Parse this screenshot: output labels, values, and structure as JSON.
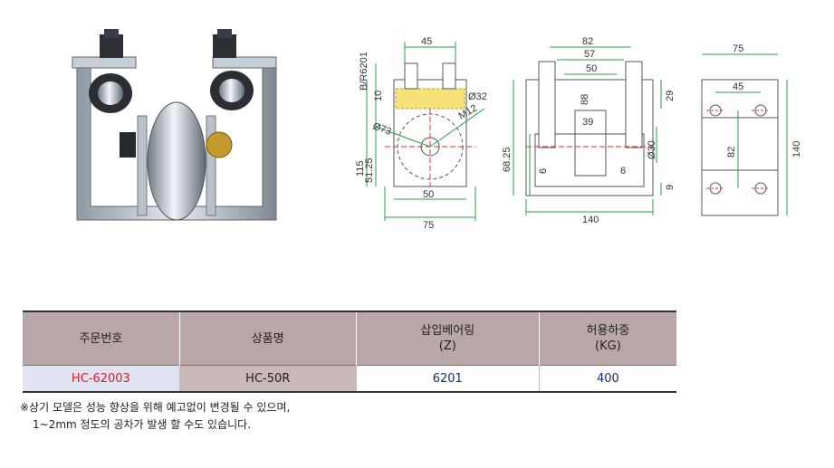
{
  "photo": {
    "alt_icon": "roller-bracket-photo"
  },
  "drawing": {
    "side_view": {
      "dims": [
        "45",
        "B/R6201",
        "10",
        "Ø32",
        "M12",
        "Ø73",
        "115",
        "51.25",
        "50",
        "75"
      ]
    },
    "front_view": {
      "dims": [
        "82",
        "57",
        "50",
        "88",
        "39",
        "68.25",
        "6",
        "6",
        "Ø30",
        "29",
        "9",
        "140"
      ]
    },
    "top_view": {
      "dims": [
        "75",
        "45",
        "82",
        "140"
      ]
    }
  },
  "table": {
    "headers": [
      "주문번호",
      "상품명",
      "삽입베어링\n(Z)",
      "허용하중\n(KG)"
    ],
    "header_lines": [
      [
        "주문번호"
      ],
      [
        "상품명"
      ],
      [
        "삽입베어링",
        "(Z)"
      ],
      [
        "허용하중",
        "(KG)"
      ]
    ],
    "row": [
      "HC-62003",
      "HC-50R",
      "6201",
      "400"
    ]
  },
  "notes": [
    "※상기 모델은 성능 향상을 위해 예고없이 변경될 수 있으며,",
    "1~2mm 정도의  공차가 발생 할 수도 있습니다."
  ],
  "colors": {
    "header_bg": "#b9a7a7",
    "order_red": "#d1202a",
    "value_blue": "#1c2b7a",
    "dim_green": "#2a9d4a",
    "center_red": "#e03030"
  }
}
